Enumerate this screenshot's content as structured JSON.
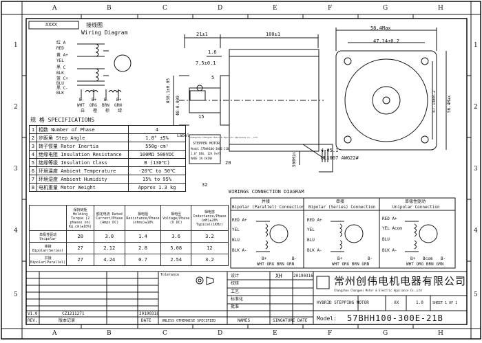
{
  "header": {
    "doc_no": "XXXX",
    "wiring_title_cn": "接线图",
    "wiring_title_en": "Wiring Diagram"
  },
  "zones": {
    "cols": [
      "A",
      "B",
      "C",
      "D",
      "E",
      "F",
      "G",
      "H"
    ],
    "rows": [
      "1",
      "2",
      "3",
      "4",
      "5"
    ]
  },
  "wires": {
    "left_labels": [
      {
        "cn": "红 A",
        "en": "RED"
      },
      {
        "cn": "黄 A+",
        "en": "YEL"
      },
      {
        "cn": "黑 C",
        "en": "BLK"
      },
      {
        "cn": "蓝 C+",
        "en": "BLU"
      },
      {
        "cn": "黑 C-",
        "en": "BLK"
      }
    ],
    "bottom_pins": [
      "B-",
      "B+",
      "B-",
      "B+"
    ],
    "bottom_colors_en": [
      "WHT",
      "ORG",
      "BRN",
      "GRN"
    ],
    "bottom_colors_cn": [
      "白",
      "橙",
      "棕",
      "绿"
    ]
  },
  "specs": {
    "title": "规 格 SPECIFICATIONS",
    "rows": [
      {
        "n": "1",
        "cn": "相数",
        "en": "Number of Phase",
        "val": "4"
      },
      {
        "n": "2",
        "cn": "步距角",
        "en": "Step Angle",
        "val": "1.8° ±5%"
      },
      {
        "n": "3",
        "cn": "转子惯量",
        "en": "Rotor Inertia",
        "val": "550g·cm²"
      },
      {
        "n": "4",
        "cn": "绝缘电阻",
        "en": "Insulation Resistance",
        "val": "100MΩ 500VDC"
      },
      {
        "n": "5",
        "cn": "绝缘等级",
        "en": "Insulation Class",
        "val": "B (130℃)"
      },
      {
        "n": "6",
        "cn": "环境温度",
        "en": "Ambient Temperature",
        "val": "-20℃ to 50℃"
      },
      {
        "n": "7",
        "cn": "环境湿度",
        "en": "Ambient Humidity",
        "val": "15% to 95%"
      },
      {
        "n": "8",
        "cn": "电机重量",
        "en": "Motor Weight",
        "val": "Approx 1.3 kg"
      }
    ]
  },
  "phase_table": {
    "headers": [
      "",
      "保持转矩 Holding Torque (2 phases on) Kg.cm(±10%)",
      "额定电流 Rated Current/Phase (Amps DC)",
      "相电阻 Resistance/Phase (ohms)±10%",
      "相电压 Voltage/Phase (V DC)",
      "相电感 Inductance/Phase (mH)±20% Typical(1KHz)"
    ],
    "rows": [
      {
        "cn": "单极性驱动",
        "en": "Unipolar",
        "vals": [
          "20",
          "3.0",
          "1.4",
          "3.6",
          "3.2"
        ]
      },
      {
        "cn": "串接",
        "en": "Bipolar(Series)",
        "vals": [
          "27",
          "2.12",
          "2.8",
          "5.08",
          "12"
        ]
      },
      {
        "cn": "并接",
        "en": "Bipolar(Parallel)",
        "vals": [
          "27",
          "4.24",
          "0.7",
          "2.54",
          "3.2"
        ]
      }
    ]
  },
  "dims": {
    "body_len": "100±1",
    "shaft_len": "21±1",
    "flange": "1.6",
    "key": "7.5±0.1",
    "key_w": "5",
    "shaft_dia": "Φ8-0.009",
    "pilot_dia": "Φ38.1±0.05",
    "keyway": "15",
    "label_w": "20",
    "label_h": "32",
    "label_tag": "Label",
    "width_max": "56.4Max",
    "hole_pitch": "47.14±0.2",
    "hole_pitch_v": "47.14±0.2",
    "height_max": "56.4Max",
    "holes": "4-Φ5.1",
    "cable": "UL1007 AWG22#",
    "lead_len": "500Min"
  },
  "label": {
    "line1": "Changzhou Changwei Motor & Electric Appliance Co., Ltd",
    "line2": "STEPPER MOTOR",
    "line3": "Model 57BHH100-300E-21B",
    "line4": "1.8° DEG.  12A  V+VT",
    "line5": "MADE IN CHINA"
  },
  "connection": {
    "title": "WIRINGS CONNECTION DIAGRAM",
    "panels": [
      {
        "cn": "并接",
        "en": "Bipolar (Parallel) Connection",
        "pins": [
          "RED A+",
          "YEL",
          "BLU",
          "BLK A-"
        ],
        "bottom": [
          "B+",
          "B-"
        ],
        "colors": "WHT ORG BRN GRN"
      },
      {
        "cn": "串接",
        "en": "Bipolar (Series) Connection",
        "pins": [
          "RED A+",
          "YEL",
          "BLU",
          "BLK A-"
        ],
        "bottom": [
          "B+",
          "B-"
        ],
        "colors": "WHT ORG BRN GRN"
      },
      {
        "cn": "单极性驱动",
        "en": "Unipolar Connection",
        "pins": [
          "RED A+",
          "YEL Acom",
          "BLU",
          "BLK A-"
        ],
        "bottom": [
          "B+",
          "Bcom",
          "B-"
        ],
        "colors": "WHT ORG BRN GRN"
      }
    ]
  },
  "title_block": {
    "designer_label": "设计",
    "checker_label": "校核",
    "process_label": "工艺",
    "std_label": "标准化",
    "approve_label": "批准",
    "designer": "XH",
    "date": "20190316",
    "company_cn": "常州创伟电机电器有限公司",
    "company_en": "Changzhou Changwei Motor & Electric Appliance Co.,Ltd",
    "title_field": "HYBRID STEPPING MOTOR",
    "scale": "XX",
    "ver": "1.0",
    "sheet": "SHEET 1 OF 1",
    "model_label": "Model:",
    "model": "57BHH100-300E-21B",
    "tolerance_title": "Tolerance",
    "rev_no": "V1.0",
    "rev_change": "CZ1211271",
    "rev_date": "20190316",
    "rev_labels": [
      "REV.",
      "版本记录",
      "DATE",
      "UNLESS OTHERWISE SPECIFIED",
      "NAMES",
      "SINGATURE",
      "DATE"
    ]
  }
}
